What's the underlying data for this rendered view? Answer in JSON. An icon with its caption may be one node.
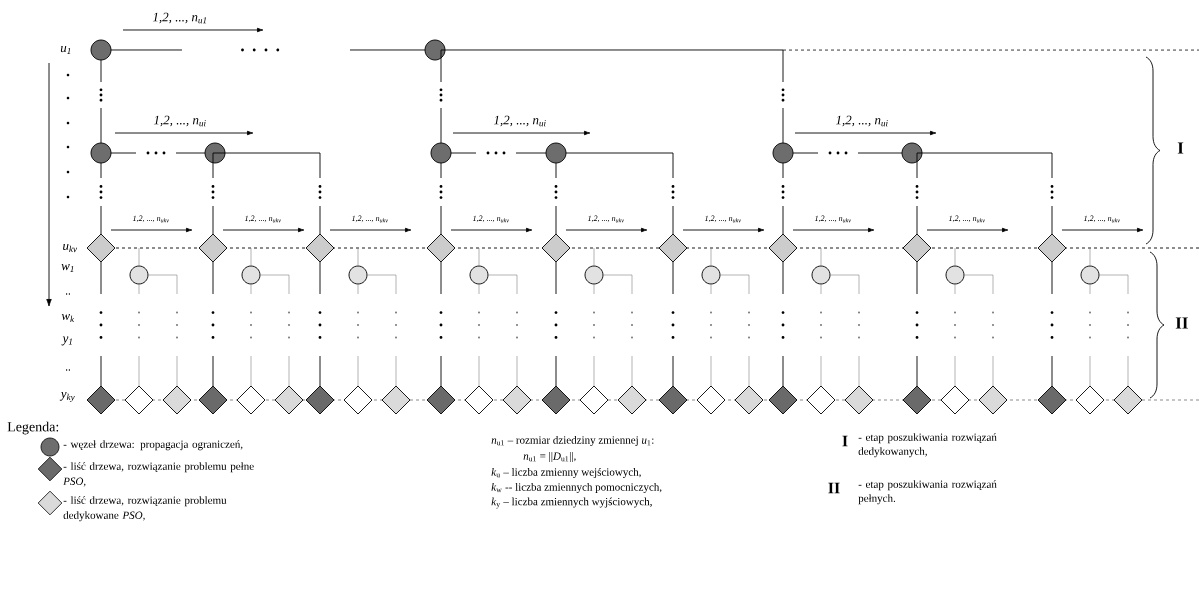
{
  "diagram": {
    "nodes": [
      {
        "text": [],
        "shape": "circle"
      },
      {
        "text": [],
        "shape": "circle"
      },
      {
        "text": [],
        "shape": "circle"
      },
      {
        "text": [],
        "shape": "circle"
      },
      {
        "text": [],
        "shape": "circle"
      },
      {
        "text": [],
        "shape": "circle"
      },
      {
        "text": [],
        "shape": "circle"
      },
      {
        "text": [],
        "shape": "circle"
      },
      {
        "text": [],
        "shape": "diamond"
      },
      {
        "text": [],
        "shape": "diamond"
      },
      {
        "text": [],
        "shape": "diamond"
      },
      {
        "text": [],
        "shape": "diamond"
      },
      {
        "text": [],
        "shape": "diamond"
      },
      {
        "text": [],
        "shape": "diamond"
      },
      {
        "text": [],
        "shape": "diamond"
      },
      {
        "text": [],
        "shape": "diamond"
      },
      {
        "text": [],
        "shape": "diamond"
      },
      {
        "text": [],
        "shape": "circle"
      },
      {
        "text": [],
        "shape": "circle"
      },
      {
        "text": [],
        "shape": "circle"
      },
      {
        "text": [],
        "shape": "circle"
      },
      {
        "text": [],
        "shape": "circle"
      },
      {
        "text": [],
        "shape": "circle"
      },
      {
        "text": [],
        "shape": "circle"
      },
      {
        "text": [],
        "shape": "circle"
      },
      {
        "text": [],
        "shape": "circle"
      },
      {
        "text": [],
        "shape": "diamond"
      },
      {
        "text": [],
        "shape": "diamond"
      },
      {
        "text": [],
        "shape": "diamond"
      },
      {
        "text": [],
        "shape": "diamond"
      },
      {
        "text": [],
        "shape": "diamond"
      },
      {
        "text": [],
        "shape": "diamond"
      },
      {
        "text": [],
        "shape": "diamond"
      },
      {
        "text": [],
        "shape": "diamond"
      },
      {
        "text": [],
        "shape": "diamond"
      },
      {
        "text": [],
        "shape": "diamond"
      },
      {
        "text": [],
        "shape": "diamond"
      },
      {
        "text": [],
        "shape": "diamond"
      },
      {
        "text": [],
        "shape": "diamond"
      },
      {
        "text": [],
        "shape": "diamond"
      },
      {
        "text": [],
        "shape": "diamond"
      },
      {
        "text": [],
        "shape": "diamond"
      },
      {
        "text": [],
        "shape": "diamond"
      },
      {
        "text": [],
        "shape": "diamond"
      },
      {
        "text": [],
        "shape": "diamond"
      },
      {
        "text": [],
        "shape": "diamond"
      },
      {
        "text": [],
        "shape": "diamond"
      },
      {
        "text": [],
        "shape": "diamond"
      },
      {
        "text": [],
        "shape": "diamond"
      },
      {
        "text": [],
        "shape": "diamond"
      },
      {
        "text": [],
        "shape": "diamond"
      },
      {
        "text": [],
        "shape": "diamond"
      },
      {
        "text": [],
        "shape": "diamond"
      }
    ],
    "edges": [
      {
        "from": 0,
        "to": 1,
        "arrow": "none",
        "color": "#000000"
      },
      {
        "from": 1,
        "to": 6,
        "arrow": "none",
        "color": "#000000"
      },
      {
        "from": 0,
        "to": 2,
        "arrow": "none",
        "color": "#000000"
      },
      {
        "from": 1,
        "to": 4,
        "arrow": "none",
        "color": "#000000"
      },
      {
        "from": 2,
        "to": 3,
        "arrow": "none",
        "color": "#000000"
      },
      {
        "from": 4,
        "to": 5,
        "arrow": "none",
        "color": "#000000"
      },
      {
        "from": 6,
        "to": 7,
        "arrow": "none",
        "color": "#000000"
      },
      {
        "from": 2,
        "to": 8,
        "arrow": "none",
        "color": "#000000"
      },
      {
        "from": 3,
        "to": 9,
        "arrow": "none",
        "color": "#000000"
      },
      {
        "from": 3,
        "to": 10,
        "arrow": "none",
        "color": "#000000"
      },
      {
        "from": 4,
        "to": 11,
        "arrow": "none",
        "color": "#000000"
      },
      {
        "from": 5,
        "to": 12,
        "arrow": "none",
        "color": "#000000"
      },
      {
        "from": 5,
        "to": 13,
        "arrow": "none",
        "color": "#000000"
      },
      {
        "from": 6,
        "to": 14,
        "arrow": "none",
        "color": "#000000"
      },
      {
        "from": 7,
        "to": 15,
        "arrow": "none",
        "color": "#000000"
      },
      {
        "from": 7,
        "to": 16,
        "arrow": "none",
        "color": "#000000"
      },
      {
        "from": null,
        "to": 17,
        "arrow": "none",
        "color": "#808080"
      },
      {
        "from": null,
        "to": 18,
        "arrow": "none",
        "color": "#808080"
      },
      {
        "from": null,
        "to": 19,
        "arrow": "none",
        "color": "#808080"
      },
      {
        "from": null,
        "to": 20,
        "arrow": "none",
        "color": "#808080"
      },
      {
        "from": null,
        "to": 21,
        "arrow": "none",
        "color": "#808080"
      },
      {
        "from": null,
        "to": 22,
        "arrow": "none",
        "color": "#808080"
      },
      {
        "from": null,
        "to": 23,
        "arrow": "none",
        "color": "#808080"
      },
      {
        "from": null,
        "to": 24,
        "arrow": "none",
        "color": "#808080"
      },
      {
        "from": null,
        "to": 25,
        "arrow": "none",
        "color": "#808080"
      },
      {
        "from": 8,
        "to": 26,
        "arrow": "none",
        "color": "#000000"
      },
      {
        "from": 17,
        "to": 27,
        "arrow": "none",
        "color": "#808080"
      },
      {
        "from": 17,
        "to": 28,
        "arrow": "none",
        "color": "#808080"
      },
      {
        "from": 9,
        "to": 29,
        "arrow": "none",
        "color": "#000000"
      },
      {
        "from": 18,
        "to": 30,
        "arrow": "none",
        "color": "#808080"
      },
      {
        "from": 18,
        "to": 31,
        "arrow": "none",
        "color": "#808080"
      },
      {
        "from": 10,
        "to": 32,
        "arrow": "none",
        "color": "#000000"
      },
      {
        "from": 19,
        "to": 33,
        "arrow": "none",
        "color": "#808080"
      },
      {
        "from": 19,
        "to": 34,
        "arrow": "none",
        "color": "#808080"
      },
      {
        "from": 11,
        "to": 35,
        "arrow": "none",
        "color": "#000000"
      },
      {
        "from": 20,
        "to": 36,
        "arrow": "none",
        "color": "#808080"
      },
      {
        "from": 20,
        "to": 37,
        "arrow": "none",
        "color": "#808080"
      },
      {
        "from": 12,
        "to": 38,
        "arrow": "none",
        "color": "#000000"
      },
      {
        "from": 21,
        "to": 39,
        "arrow": "none",
        "color": "#808080"
      },
      {
        "from": 21,
        "to": 40,
        "arrow": "none",
        "color": "#808080"
      },
      {
        "from": 13,
        "to": 41,
        "arrow": "none",
        "color": "#000000"
      },
      {
        "from": 22,
        "to": 42,
        "arrow": "none",
        "color": "#808080"
      },
      {
        "from": 22,
        "to": 43,
        "arrow": "none",
        "color": "#808080"
      },
      {
        "from": 14,
        "to": 44,
        "arrow": "none",
        "color": "#000000"
      },
      {
        "from": 23,
        "to": 45,
        "arrow": "none",
        "color": "#808080"
      },
      {
        "from": 23,
        "to": 46,
        "arrow": "none",
        "color": "#808080"
      },
      {
        "from": 15,
        "to": 47,
        "arrow": "none",
        "color": "#000000"
      },
      {
        "from": 24,
        "to": 48,
        "arrow": "none",
        "color": "#808080"
      },
      {
        "from": 24,
        "to": 49,
        "arrow": "none",
        "color": "#808080"
      },
      {
        "from": 16,
        "to": 50,
        "arrow": "none",
        "color": "#000000"
      },
      {
        "from": 25,
        "to": 51,
        "arrow": "none",
        "color": "#808080"
      },
      {
        "from": 25,
        "to": 52,
        "arrow": "none",
        "color": "#808080"
      }
    ],
    "labels": [
      "1,2, ..., n$_{u1}$",
      "u$_{1}$",
      "1,2, ..., n$_{ui}$",
      "1,2, ..., n$_{ui}$",
      "1,2, ..., n$_{ui}$",
      "1,2, ..., n$_{ukv}$",
      "1,2, ..., n$_{ukv}$",
      "1,2, ..., n$_{ukv}$",
      "1,2, ..., n$_{ukv}$",
      "1,2, ..., n$_{ukv}$",
      "1,2, ..., n$_{ukv}$",
      "1,2, ..., n$_{ukv}$",
      "1,2, ..., n$_{ukv}$",
      "1,2, ..., n$_{ukv}$",
      "u$_{kv}$",
      "w$_{1}$",
      "..",
      "w$_{k}$",
      "y$_{1}$",
      "..",
      "y$_{ky}$",
      "I",
      "II",
      "Legenda:",
      "*n*$_{u1}$ – rozmiar dziedziny zmiennej *u*$_{1}$:",
      "*n*$_{u1}$ = ||*D*$_{u1}$||,",
      "*k*$_{u}$ – liczba zmienny wejściowych,",
      "*k*$_{w}$ -- liczba zmiennych pomocniczych,",
      "*k*$_{y}$ – liczba zmiennych wyjściowych,",
      "I",
      "- etap poszukiwania rozwiązań dedykowanych,",
      "II",
      "- etap poszukiwania rozwiązań pełnych."
    ],
    "legend": [
      {
        "text": "- węzeł drzewa: propagacja ograniczeń,"
      },
      {
        "text": "- liść drzewa, rozwiązanie problemu pełne *PSO*,"
      },
      {
        "text": "- liść drzewa, rozwiązanie problemu dedykowane *PSO*,"
      }
    ]
  }
}
